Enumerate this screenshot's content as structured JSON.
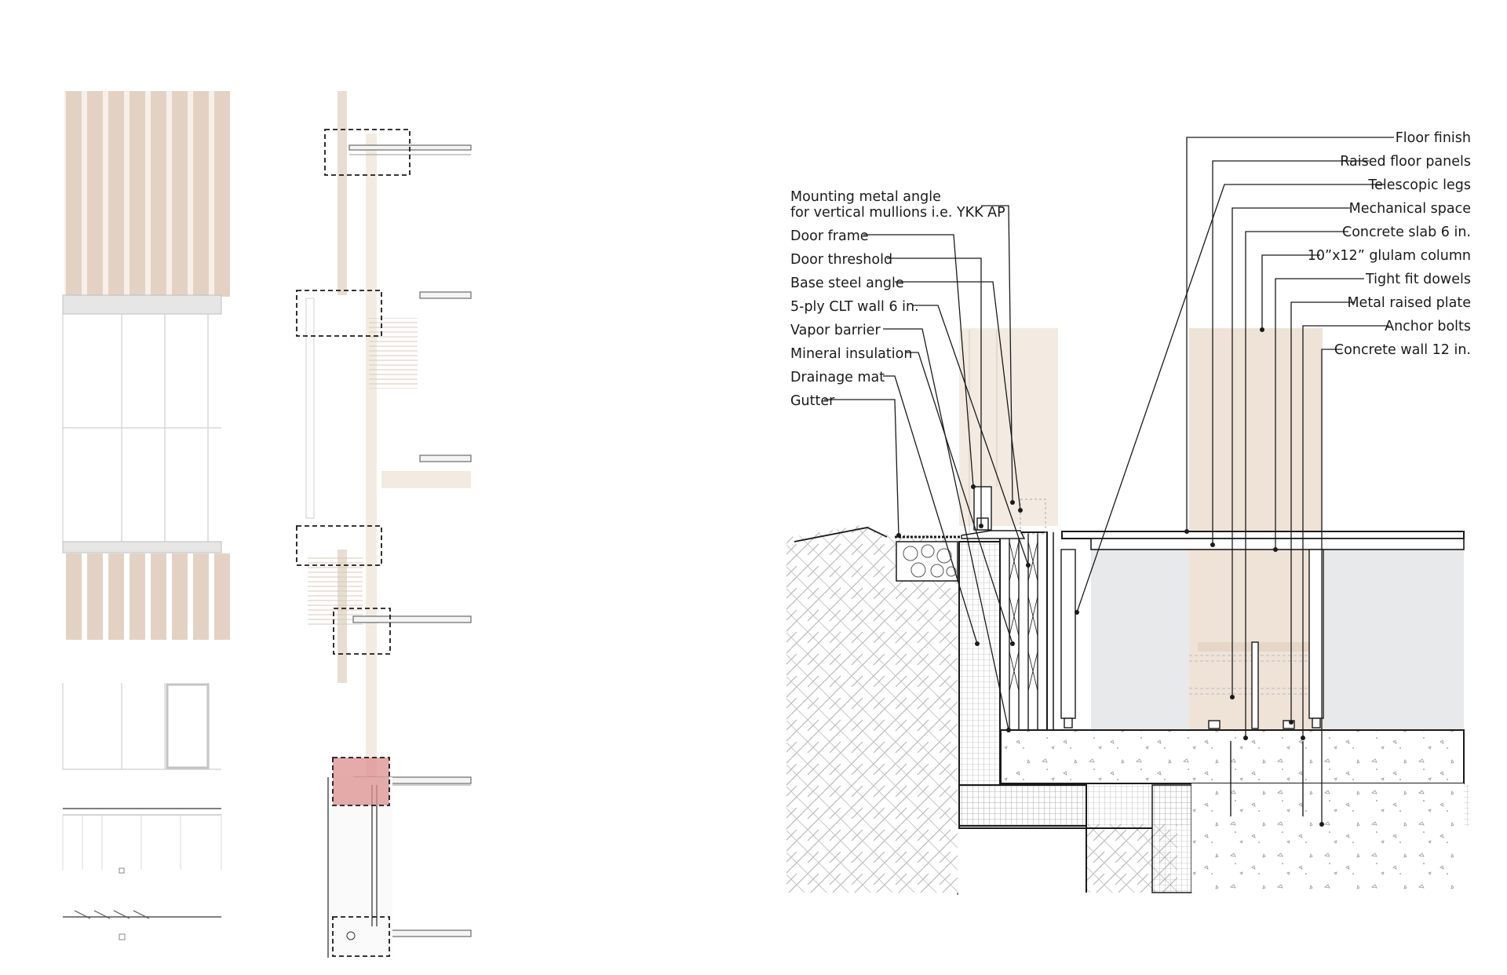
{
  "labels_left": [
    "Mounting metal angle",
    "for vertical mullions i.e. YKK AP",
    "Door frame",
    "Door threshold",
    "Base steel angle",
    "5-ply CLT wall 6 in.",
    "Vapor barrier",
    "Mineral insulation",
    "Drainage mat",
    "Gutter"
  ],
  "labels_right": [
    "Floor finish",
    "Raised floor panels",
    "Telescopic legs",
    "Mechanical space",
    "Concrete slab 6 in.",
    "10”x12” glulam column",
    "Tight fit dowels",
    "Metal raised plate",
    "Anchor bolts",
    "Concrete wall 12 in."
  ],
  "colors": {
    "timber": "#efe3d8",
    "timber_dark": "#e3d2c4",
    "highlight": "#dc8d8d",
    "mech_space": "#e8e9eb",
    "line": "#1a1a1a",
    "grid": "#c8c8c8"
  }
}
